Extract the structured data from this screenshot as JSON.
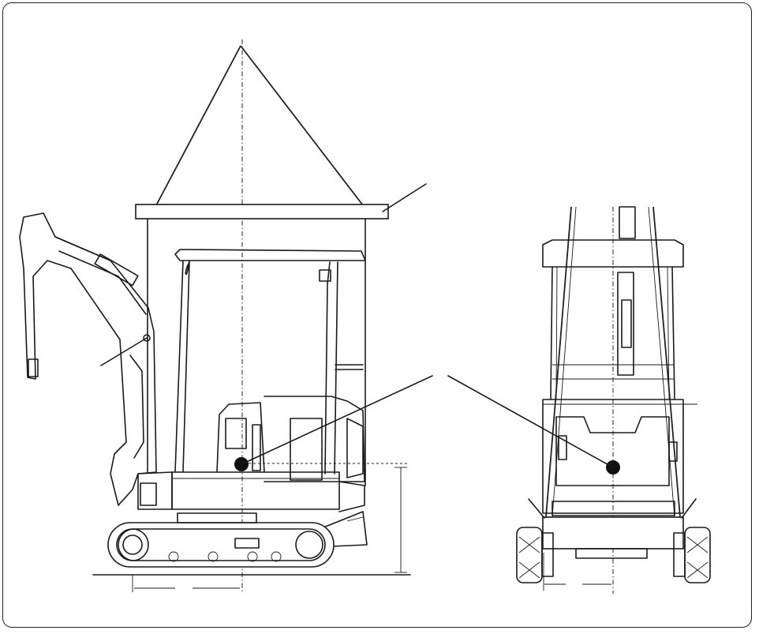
{
  "diagram": {
    "views": [
      "side-view",
      "rear-view"
    ],
    "colors": {
      "line": "#1a1a1a",
      "background": "#ffffff",
      "frame": "#222222"
    },
    "icons": [
      "center-of-gravity-marker",
      "lifting-beam",
      "sling"
    ]
  }
}
